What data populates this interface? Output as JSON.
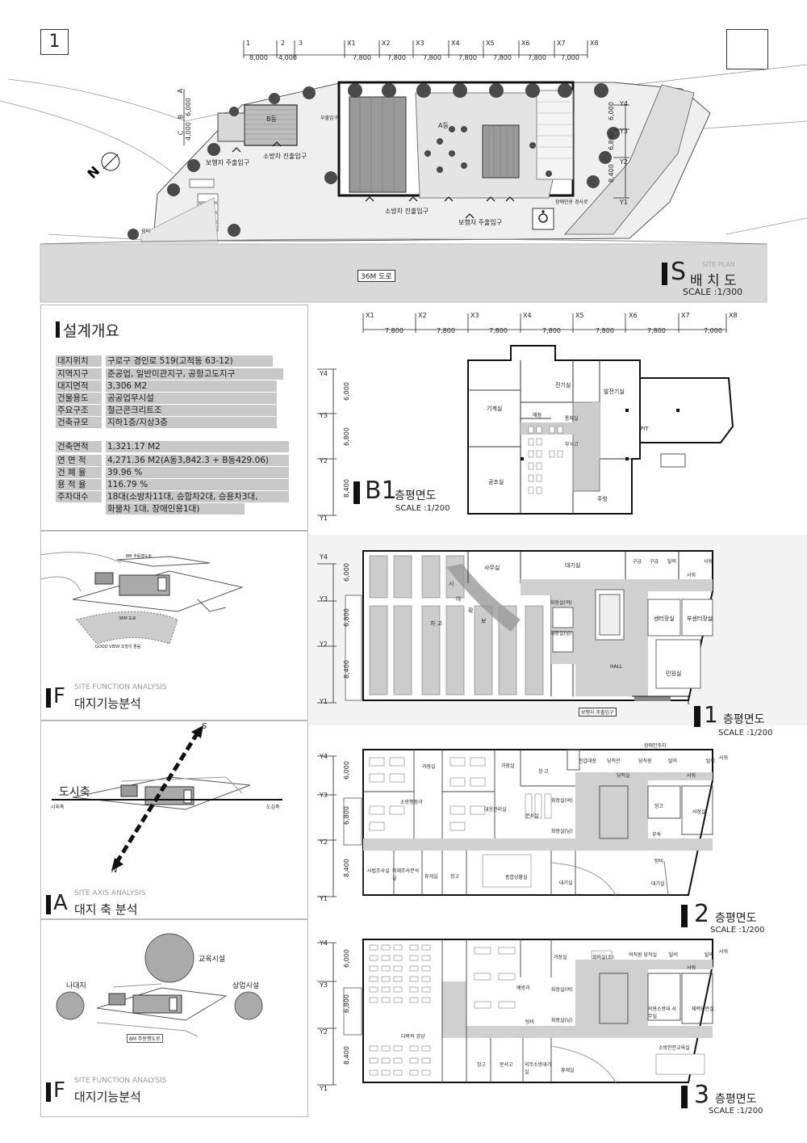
{
  "sheet_number": "1",
  "site_plan": {
    "grid_top_labels": [
      "1",
      "2",
      "3",
      "X1",
      "X2",
      "X3",
      "X4",
      "X5",
      "X6",
      "X7",
      "X8"
    ],
    "grid_top_dims": [
      "8,000",
      "4,000",
      "7,800",
      "7,800",
      "7,800",
      "7,800",
      "7,800",
      "7,800",
      "7,000"
    ],
    "side_left_labels": [
      "A",
      "B",
      "C"
    ],
    "side_left_dims": [
      "6,000",
      "4,000"
    ],
    "side_right_labels": [
      "Y4",
      "Y3",
      "Y2",
      "Y1"
    ],
    "side_right_dims": [
      "6,000",
      "6,800",
      "8,400"
    ],
    "labels": {
      "b_dong": "B동",
      "a_dong": "A동",
      "pedestrian_entry_left": "보행자 주출입구",
      "fire_vehicle_left": "소방차 진출입구",
      "fire_vehicle_bottom": "소방차 진출입구",
      "pedestrian_entry_bottom": "보행자 주출입구",
      "sub_entry": "부출입구",
      "slope": "장애인용 경사로",
      "rest_area": "쉼터",
      "road": "36M 도로"
    },
    "title_letter": "S",
    "title_en": "SITE PLAN",
    "title_ko": "배 치 도",
    "scale": "SCALE :1/300"
  },
  "overview": {
    "heading": "설계개요",
    "rows": [
      {
        "k": "대지위치",
        "v": "구로구 경인로 519(고척동 63-12)"
      },
      {
        "k": "지역지구",
        "v": "준공업, 일반미관지구, 공항고도지구"
      },
      {
        "k": "대지면적",
        "v": "3,306 M2"
      },
      {
        "k": "건물용도",
        "v": "공공업무시설"
      },
      {
        "k": "주요구조",
        "v": "철근콘크리트조"
      },
      {
        "k": "건축규모",
        "v": "지하1층/지상3층"
      }
    ],
    "rows2": [
      {
        "k": "건축면적",
        "v": "1,321.17 M2"
      },
      {
        "k": "연 면 적",
        "v": "4,271.36 M2(A동3,842.3 + B동429.06)"
      },
      {
        "k": "건 폐 율",
        "v": "39.96 %"
      },
      {
        "k": "용 적 율",
        "v": "116.79 %"
      },
      {
        "k": "주차대수",
        "v": "18대(소방차11대, 승합차2대, 승용차3대,"
      },
      {
        "k": "",
        "v": "화물차 1대, 장애인용1대)"
      }
    ]
  },
  "analysis1": {
    "road_label": "8M 주동행도로",
    "road2_label": "36M 도로",
    "view_label": "GOOD VIEW  조망이 좋음",
    "title_letter": "F",
    "title_en": "SITE FUNCTION ANALYSIS",
    "title_ko": "대지기능분석"
  },
  "analysis2": {
    "axis_label": "도시축",
    "s_label": "S",
    "n_label": "N",
    "left_label": "시외축",
    "right_label": "도심축",
    "title_letter": "A",
    "title_en": "SITE AXIS ANALYSIS",
    "title_ko": "대지 축 분석"
  },
  "analysis3": {
    "circle_top": "교육시설",
    "circle_left": "나대지",
    "circle_right": "상업시설",
    "road_label": "8M 주동행도로",
    "title_letter": "F",
    "title_en": "SITE FUNCTION ANALYSIS",
    "title_ko": "대지기능분석"
  },
  "plans": {
    "grid_x_labels": [
      "X1",
      "X2",
      "X3",
      "X4",
      "X5",
      "X6",
      "X7",
      "X8"
    ],
    "grid_x_dims": [
      "7,800",
      "7,800",
      "7,800",
      "7,800",
      "7,800",
      "7,800",
      "7,000"
    ],
    "grid_y_labels": [
      "Y4",
      "Y3",
      "Y2",
      "Y1"
    ],
    "grid_y_dims": [
      "6,000",
      "6,800",
      "8,400"
    ],
    "b1": {
      "title": "B1",
      "title_suffix": "층평면도",
      "scale": "SCALE :1/200",
      "rooms": [
        "전기실",
        "발전기실",
        "기계실",
        "매점",
        "통체실",
        "부식고",
        "PIT",
        "공조실",
        "주방"
      ]
    },
    "f1": {
      "title": "1",
      "title_suffix": "층평면도",
      "scale": "SCALE :1/200",
      "rooms": [
        "사무실",
        "대기실",
        "구급",
        "구급",
        "탈의",
        "사워",
        "사워",
        "차 고",
        "화장실(여)",
        "화장실(남)",
        "HALL",
        "센터장실",
        "부센터장실",
        "민원실",
        "보행자 주출입구"
      ],
      "arc_chars": [
        "시",
        "야",
        "확",
        "보"
      ]
    },
    "f2": {
      "title": "2",
      "title_suffix": "층평면도",
      "scale": "SCALE :1/200",
      "rooms": [
        "과장실",
        "과장실",
        "창 고",
        "진압대장",
        "당직관",
        "당직원",
        "탈의",
        "탈의",
        "사워",
        "사워",
        "장애인주차",
        "당직실",
        "소방행정과",
        "대응관리실",
        "화장실(여)",
        "화장실(남)",
        "문서실",
        "창고",
        "서장실",
        "부속",
        "탕비",
        "대기실",
        "사법조사실",
        "외재조사분석실",
        "휴게실",
        "창고",
        "종합상황실",
        "대기실"
      ]
    },
    "f3": {
      "title": "3",
      "title_suffix": "층평면도",
      "scale": "SCALE :1/200",
      "rooms": [
        "과장실",
        "예방과",
        "회의실(소)",
        "여직원 당직실",
        "탈의",
        "탈의",
        "사워",
        "사워",
        "화장실(여)",
        "화장실(남)",
        "탕비",
        "의용소방대 사무실",
        "체력단련실",
        "다목적 강당",
        "창고",
        "문서고",
        "의무소방대기실",
        "휴게실",
        "소방안전교육실"
      ]
    }
  },
  "colors": {
    "ink": "#222222",
    "fill_gray": "#c8c8c8",
    "road_gray": "#d8d8d8",
    "corridor": "#d0d0d0"
  }
}
